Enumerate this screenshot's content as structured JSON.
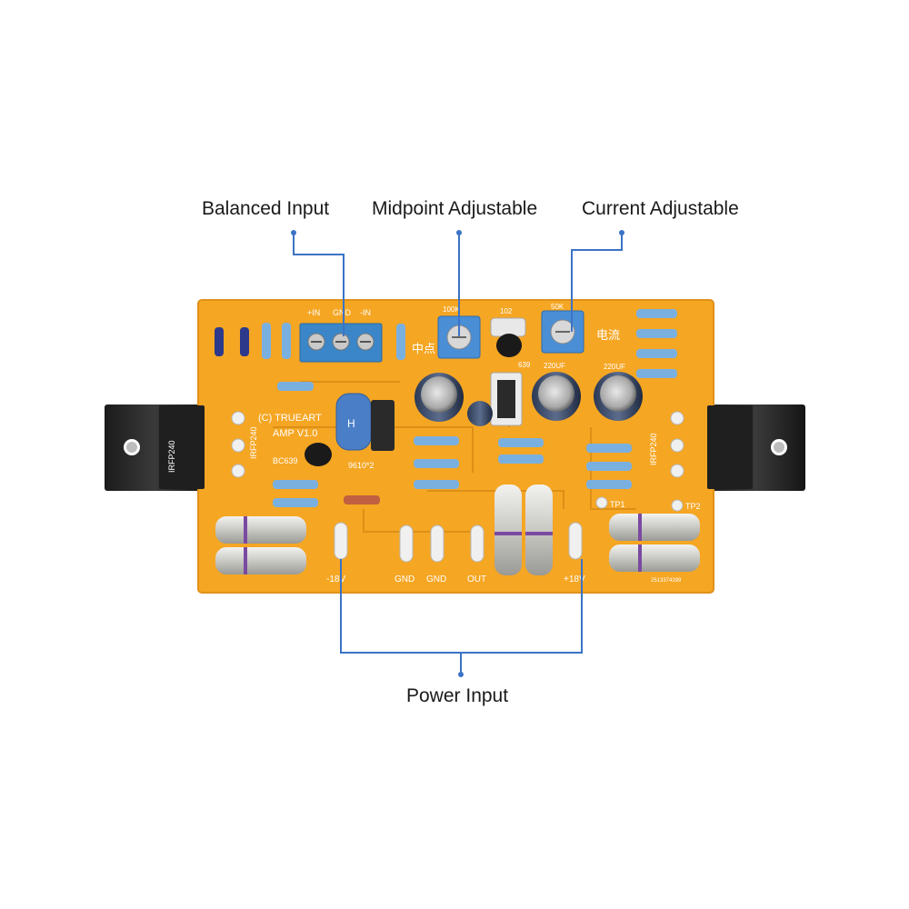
{
  "callouts": {
    "balanced_input": "Balanced Input",
    "midpoint_adjustable": "Midpoint Adjustable",
    "current_adjustable": "Current Adjustable",
    "power_input": "Power Input"
  },
  "silkscreen": {
    "plus_in": "+IN",
    "gnd_top": "GND",
    "minus_in": "-IN",
    "brand": "(C)  TRUEART",
    "version": "AMP  V1.0",
    "transistor_left": "BC639",
    "transistor_code": "9610*2",
    "mosfet_left": "IRFP240",
    "mosfet_right": "IRFP240",
    "pot_mid_value": "100K",
    "pot_cur_value": "50K",
    "code_102": "102",
    "code_639": "639",
    "chinese_mid": "中点",
    "chinese_cur": "电流",
    "cap_value_1": "220UF",
    "cap_value_2": "220UF",
    "tp1": "TP1",
    "tp2": "TP2",
    "minus_18v": "-18V",
    "gnd_1": "GND",
    "gnd_2": "GND",
    "out": "OUT",
    "plus_18v": "+18V",
    "serial": "2513374399"
  },
  "colors": {
    "board": "#f5a623",
    "board_edge": "#e8951a",
    "heatsink": "#232323",
    "terminal_block": "#3a86c8",
    "trimmer": "#4a8fd6",
    "callout_line": "#3b73c6"
  }
}
